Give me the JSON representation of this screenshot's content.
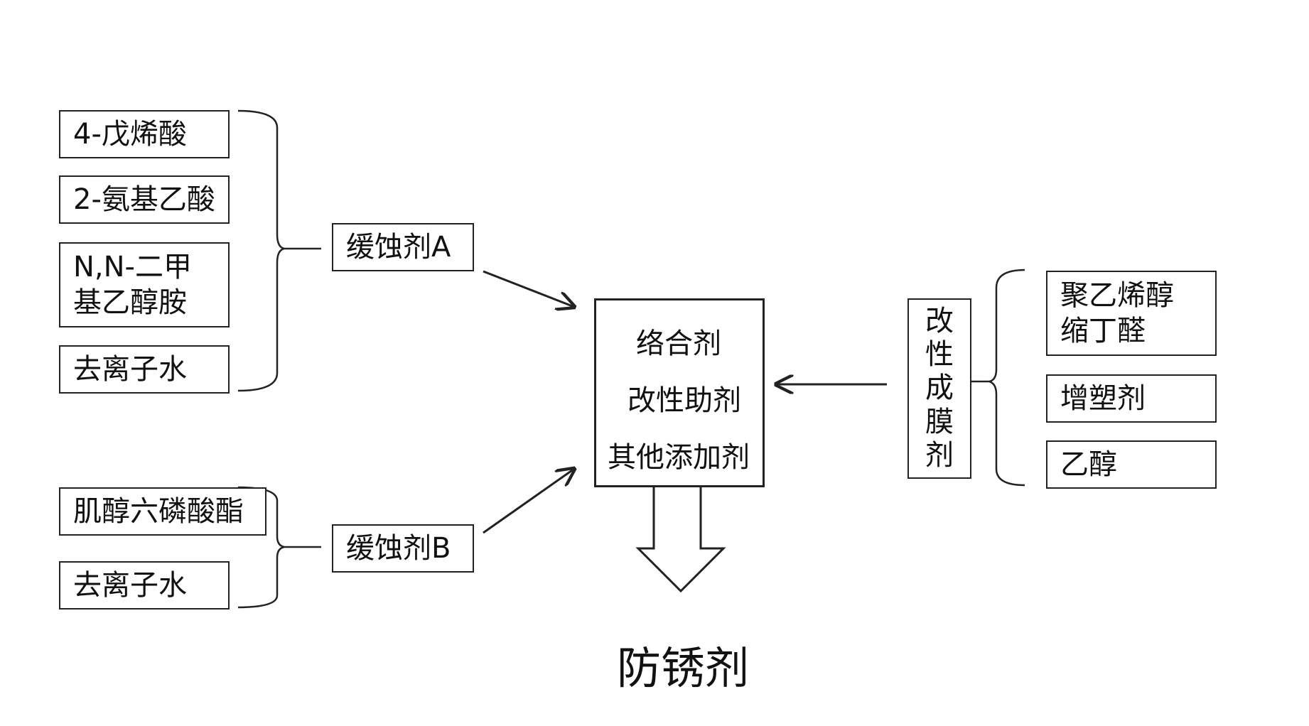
{
  "inhibitor_a": {
    "label": "缓蚀剂A",
    "components": [
      "4-戊烯酸",
      "2-氨基乙酸",
      "N,N-二甲",
      "基乙醇胺",
      "去离子水"
    ]
  },
  "inhibitor_b": {
    "label": "缓蚀剂B",
    "components": [
      "肌醇六磷酸酯",
      "去离子水"
    ]
  },
  "center": {
    "lines": [
      "络合剂",
      "改性助剂",
      "其他添加剂"
    ]
  },
  "film_former": {
    "label": "改性成膜剂",
    "components": [
      "聚乙烯醇",
      "缩丁醛",
      "增塑剂",
      "乙醇"
    ]
  },
  "product": {
    "label": "防锈剂"
  }
}
